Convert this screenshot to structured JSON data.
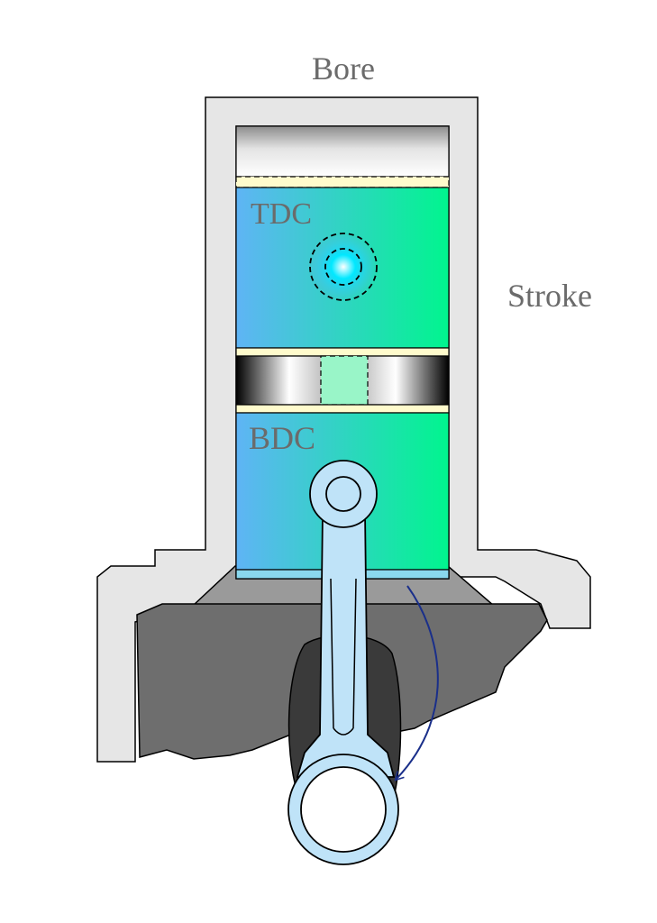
{
  "labels": {
    "bore": "Bore",
    "stroke": "Stroke",
    "tdc": "TDC",
    "bdc": "BDC"
  },
  "colors": {
    "engine_block": "#e6e6e6",
    "crankcase": "#6e6e6e",
    "crank_web": "#3a3a3a",
    "piston_left": "#5fb4f5",
    "piston_right": "#00f58e",
    "connecting_rod": "#bfe3f8",
    "rotation_arrow": "#1a2f8a",
    "label_text": "#6b6b6b",
    "gasket": "#fffbcc"
  },
  "icons": {
    "rotation": "curved-arrow-icon"
  }
}
